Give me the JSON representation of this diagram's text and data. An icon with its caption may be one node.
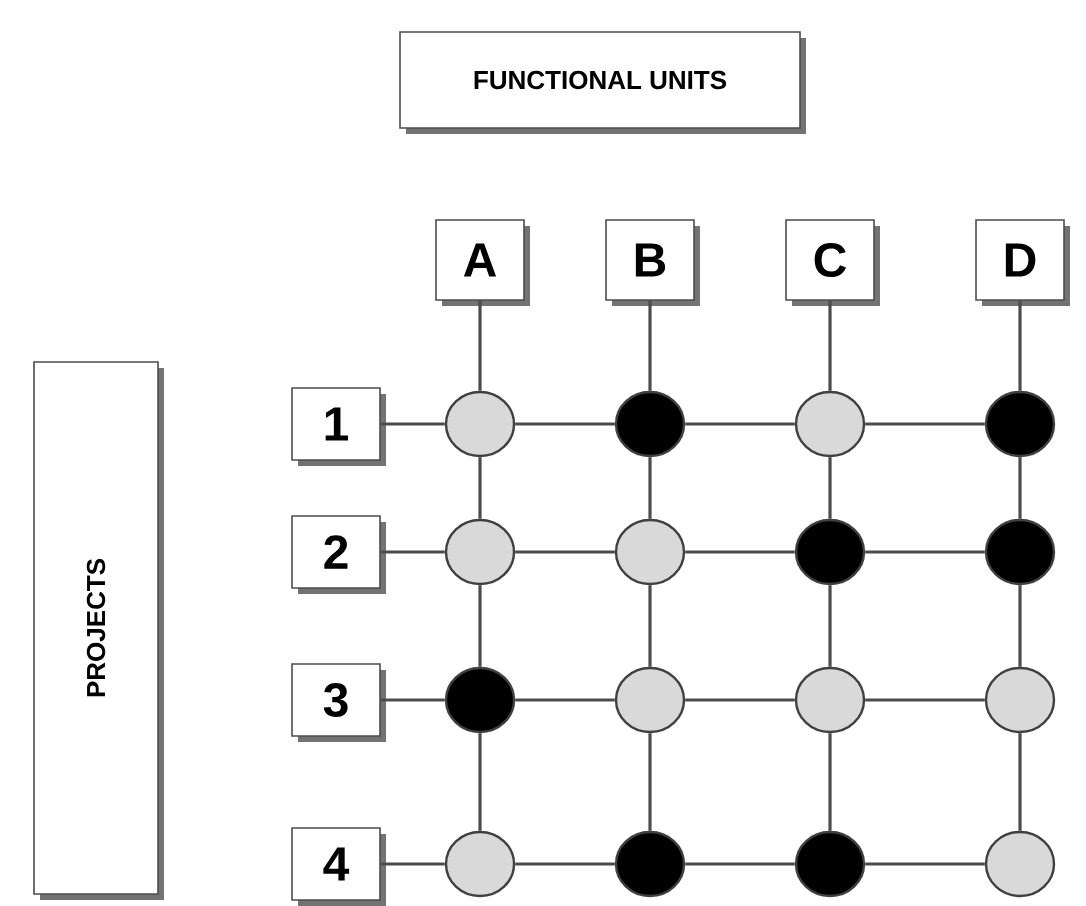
{
  "diagram": {
    "nodes": [
      {
        "text": [
          "FUNCTIONAL UNITS"
        ]
      },
      {
        "text": [
          "A"
        ]
      },
      {
        "text": [
          "B"
        ]
      },
      {
        "text": [
          "C"
        ]
      },
      {
        "text": [
          "D"
        ]
      },
      {
        "text": [
          "PROJECTS"
        ]
      },
      {
        "text": [
          "1"
        ]
      },
      {
        "text": [],
        "shape": "circle"
      },
      {
        "text": [],
        "shape": "dot"
      },
      {
        "text": [],
        "shape": "circle"
      },
      {
        "text": [],
        "shape": "dot"
      },
      {
        "text": [
          "2"
        ]
      },
      {
        "text": [],
        "shape": "circle"
      },
      {
        "text": [],
        "shape": "circle"
      },
      {
        "text": [],
        "shape": "dot"
      },
      {
        "text": [],
        "shape": "dot"
      },
      {
        "text": [
          "3"
        ]
      },
      {
        "text": [],
        "shape": "dot"
      },
      {
        "text": [],
        "shape": "circle"
      },
      {
        "text": [],
        "shape": "circle"
      },
      {
        "text": [],
        "shape": "circle"
      },
      {
        "text": [
          "4"
        ]
      },
      {
        "text": [],
        "shape": "circle"
      },
      {
        "text": [],
        "shape": "dot"
      },
      {
        "text": [],
        "shape": "dot"
      },
      {
        "text": [],
        "shape": "circle"
      }
    ],
    "edges": [
      {
        "from": 6,
        "to": 7,
        "arrow": "none"
      },
      {
        "from": 7,
        "to": 8,
        "arrow": "none"
      },
      {
        "from": 8,
        "to": 9,
        "arrow": "none"
      },
      {
        "from": 9,
        "to": 10,
        "arrow": "none"
      },
      {
        "from": 11,
        "to": 12,
        "arrow": "none"
      },
      {
        "from": 12,
        "to": 13,
        "arrow": "none"
      },
      {
        "from": 13,
        "to": 14,
        "arrow": "none"
      },
      {
        "from": 14,
        "to": 15,
        "arrow": "none"
      },
      {
        "from": 16,
        "to": 17,
        "arrow": "none"
      },
      {
        "from": 17,
        "to": 18,
        "arrow": "none"
      },
      {
        "from": 18,
        "to": 19,
        "arrow": "none"
      },
      {
        "from": 19,
        "to": 20,
        "arrow": "none"
      },
      {
        "from": 21,
        "to": 22,
        "arrow": "none"
      },
      {
        "from": 22,
        "to": 23,
        "arrow": "none"
      },
      {
        "from": 23,
        "to": 24,
        "arrow": "none"
      },
      {
        "from": 24,
        "to": 25,
        "arrow": "none"
      },
      {
        "from": 1,
        "to": 7,
        "arrow": "none"
      },
      {
        "from": 7,
        "to": 12,
        "arrow": "none"
      },
      {
        "from": 12,
        "to": 17,
        "arrow": "none"
      },
      {
        "from": 17,
        "to": 22,
        "arrow": "none"
      },
      {
        "from": 2,
        "to": 8,
        "arrow": "none"
      },
      {
        "from": 8,
        "to": 13,
        "arrow": "none"
      },
      {
        "from": 13,
        "to": 18,
        "arrow": "none"
      },
      {
        "from": 18,
        "to": 23,
        "arrow": "none"
      },
      {
        "from": 3,
        "to": 9,
        "arrow": "none"
      },
      {
        "from": 9,
        "to": 14,
        "arrow": "none"
      },
      {
        "from": 14,
        "to": 19,
        "arrow": "none"
      },
      {
        "from": 19,
        "to": 24,
        "arrow": "none"
      },
      {
        "from": 4,
        "to": 10,
        "arrow": "none"
      },
      {
        "from": 10,
        "to": 15,
        "arrow": "none"
      },
      {
        "from": 15,
        "to": 20,
        "arrow": "none"
      },
      {
        "from": 20,
        "to": 25,
        "arrow": "none"
      }
    ]
  }
}
